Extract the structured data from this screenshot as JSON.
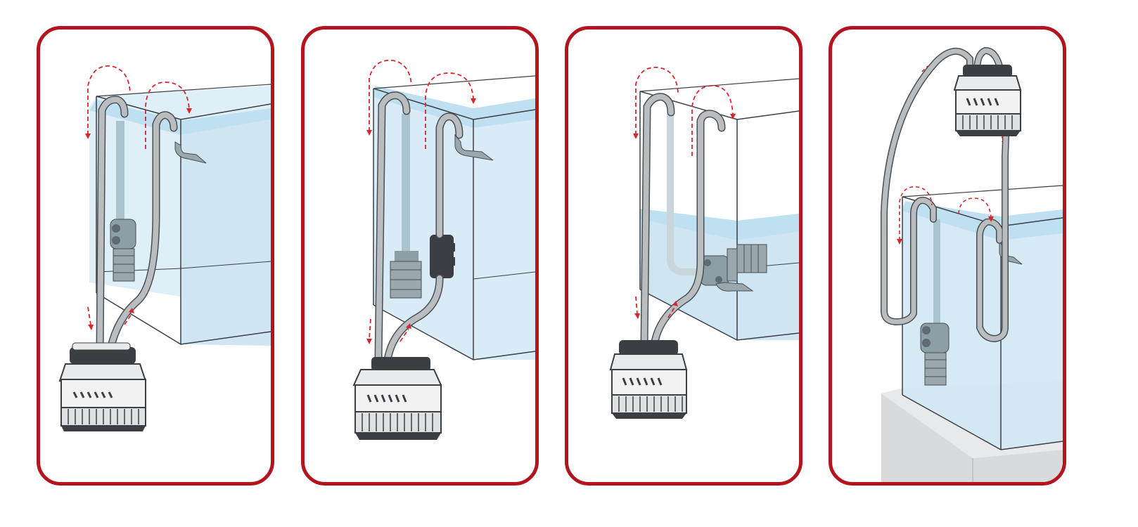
{
  "colors": {
    "frame": "#b3151f",
    "water": "#cfe6f2",
    "water_surface": "#bfe0f0",
    "glass_edge": "#3a3f44",
    "hose": "#b9bdc0",
    "hose_outline": "#4a4f53",
    "arrow": "#d8262e",
    "filter_body": "#e9eaeb",
    "filter_dark": "#3b3f43",
    "cabinet": "#d9dadb"
  },
  "icons": {
    "flow_arrow": "dashed-curved-arrow-icon",
    "canister_filter": "canister-filter-icon",
    "pump": "submersible-pump-icon",
    "prefilter_sponge": "sponge-prefilter-icon",
    "outlet": "spray-outlet-icon"
  },
  "panels": [
    {
      "id": "tank-beside-filter-below"
    },
    {
      "id": "tank-with-inline-heater"
    },
    {
      "id": "tank-with-horizontal-pump"
    },
    {
      "id": "filter-above-tank"
    }
  ]
}
